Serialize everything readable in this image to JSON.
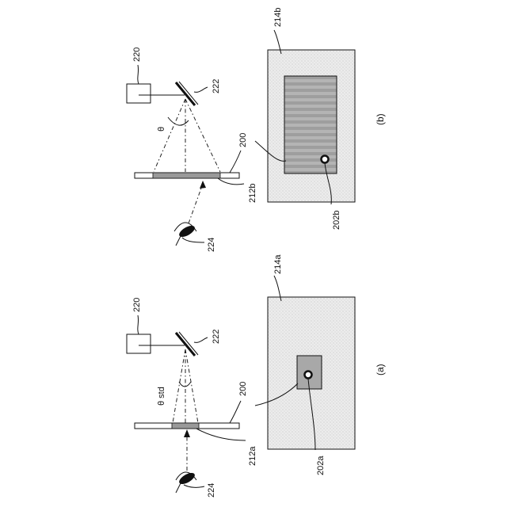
{
  "panel_a": {
    "caption": "(a)",
    "refs": {
      "light_source": "220",
      "mirror": "222",
      "viewer": "224",
      "screen": "200",
      "region": "212a",
      "outer": "214a",
      "point": "202a",
      "angle": "θ std"
    }
  },
  "panel_b": {
    "caption": "(b)",
    "refs": {
      "light_source": "220",
      "mirror": "222",
      "viewer": "224",
      "screen": "200",
      "region": "212b",
      "outer": "214b",
      "point": "202b",
      "angle": "θ"
    }
  }
}
